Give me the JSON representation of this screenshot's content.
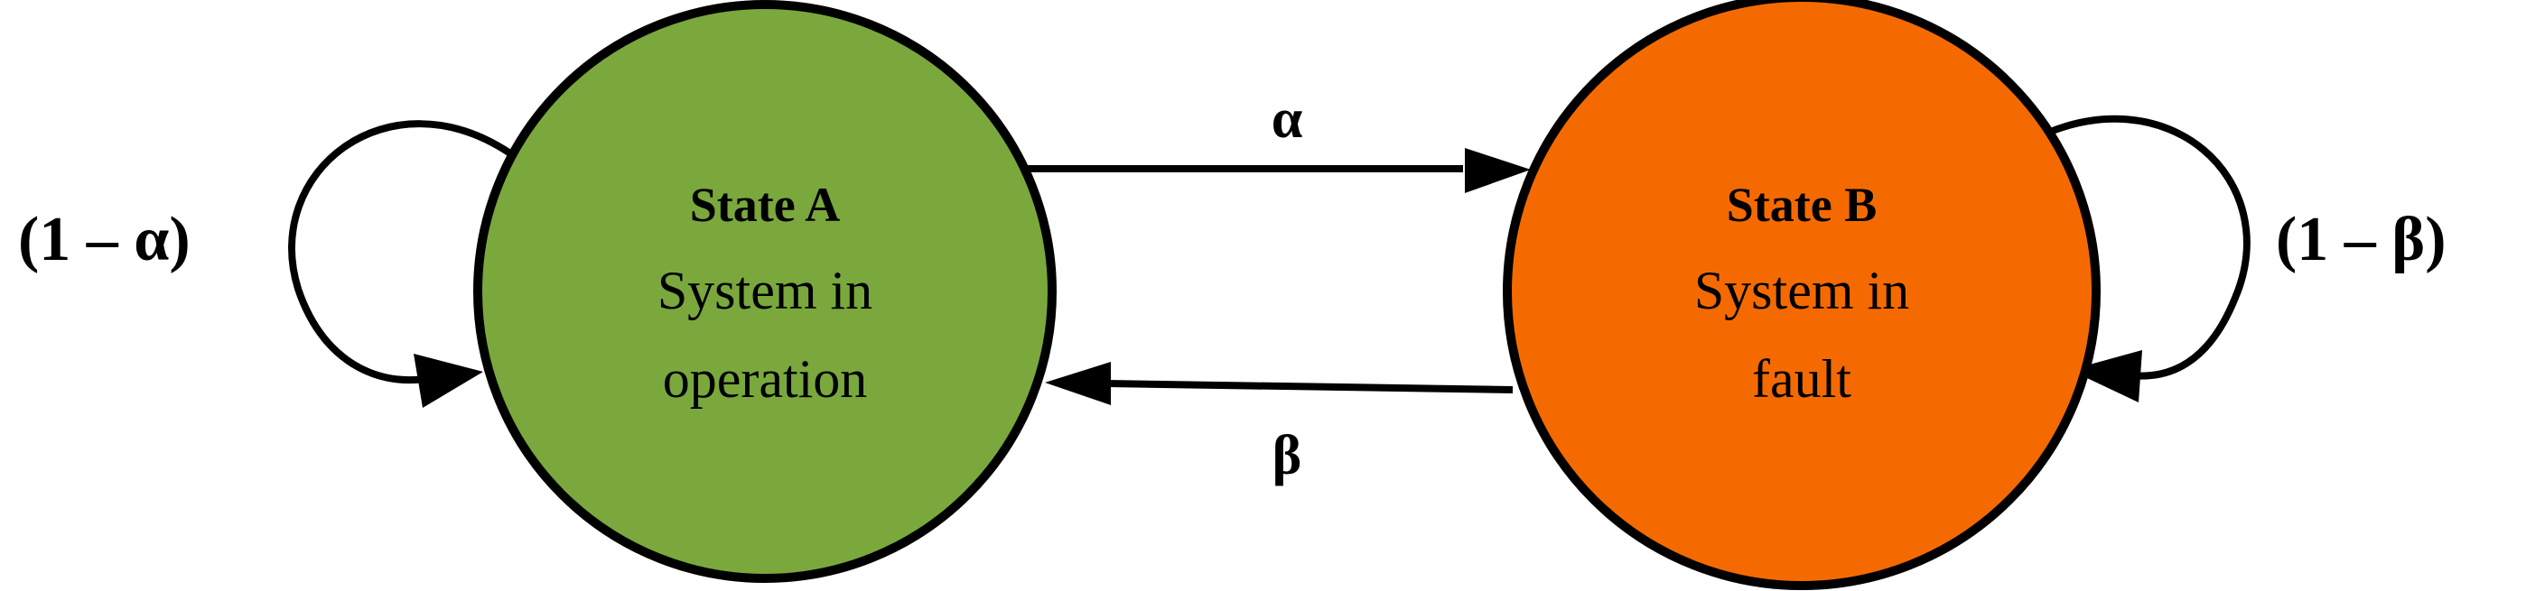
{
  "states": [
    {
      "title": "State A",
      "line1": "System in",
      "line2": "operation",
      "fill": "#7aa83d"
    },
    {
      "title": "State B",
      "line1": "System in",
      "line2": "fault",
      "fill": "#f56a00"
    }
  ],
  "transitions": {
    "a_to_b": "α",
    "b_to_a": "β",
    "a_self": "(1 – α)",
    "b_self": "(1 – β)"
  },
  "colors": {
    "stroke": "#000000",
    "background": "#ffffff"
  }
}
